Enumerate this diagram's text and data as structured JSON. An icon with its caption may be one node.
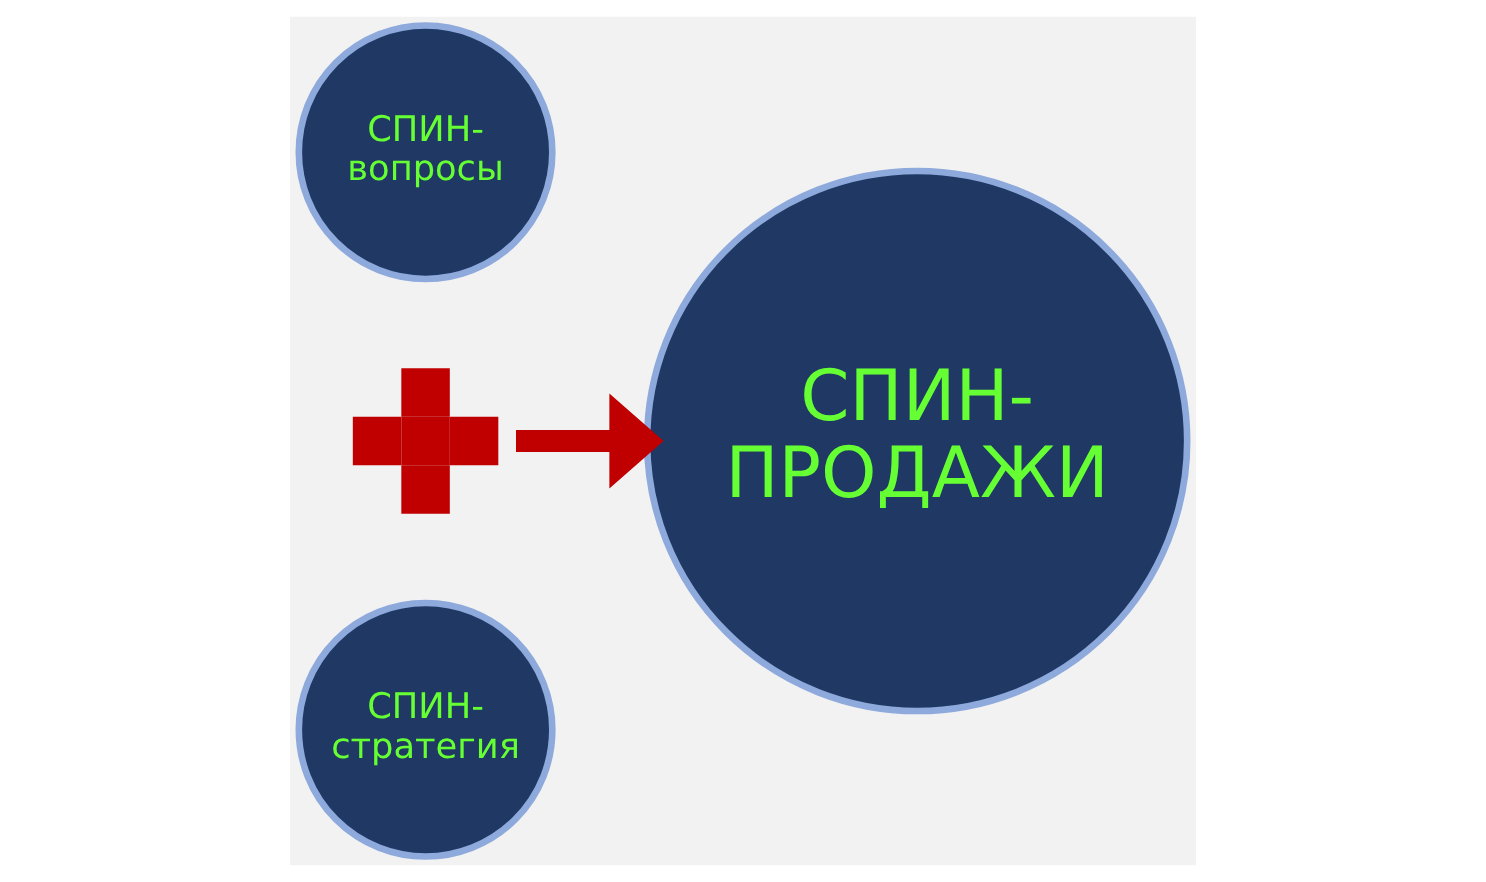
{
  "diagram": {
    "nodes": [
      {
        "text": [
          "СПИН- вопросы"
        ]
      },
      {
        "text": [],
        "shape": "cross"
      },
      {
        "text": [
          "СПИН- стратегия"
        ]
      },
      {
        "text": [
          "СПИН- ПРОДАЖИ"
        ]
      }
    ],
    "edges": [
      {
        "from": 1,
        "to": 3,
        "arrow": "to",
        "color": "#c00000"
      }
    ]
  }
}
